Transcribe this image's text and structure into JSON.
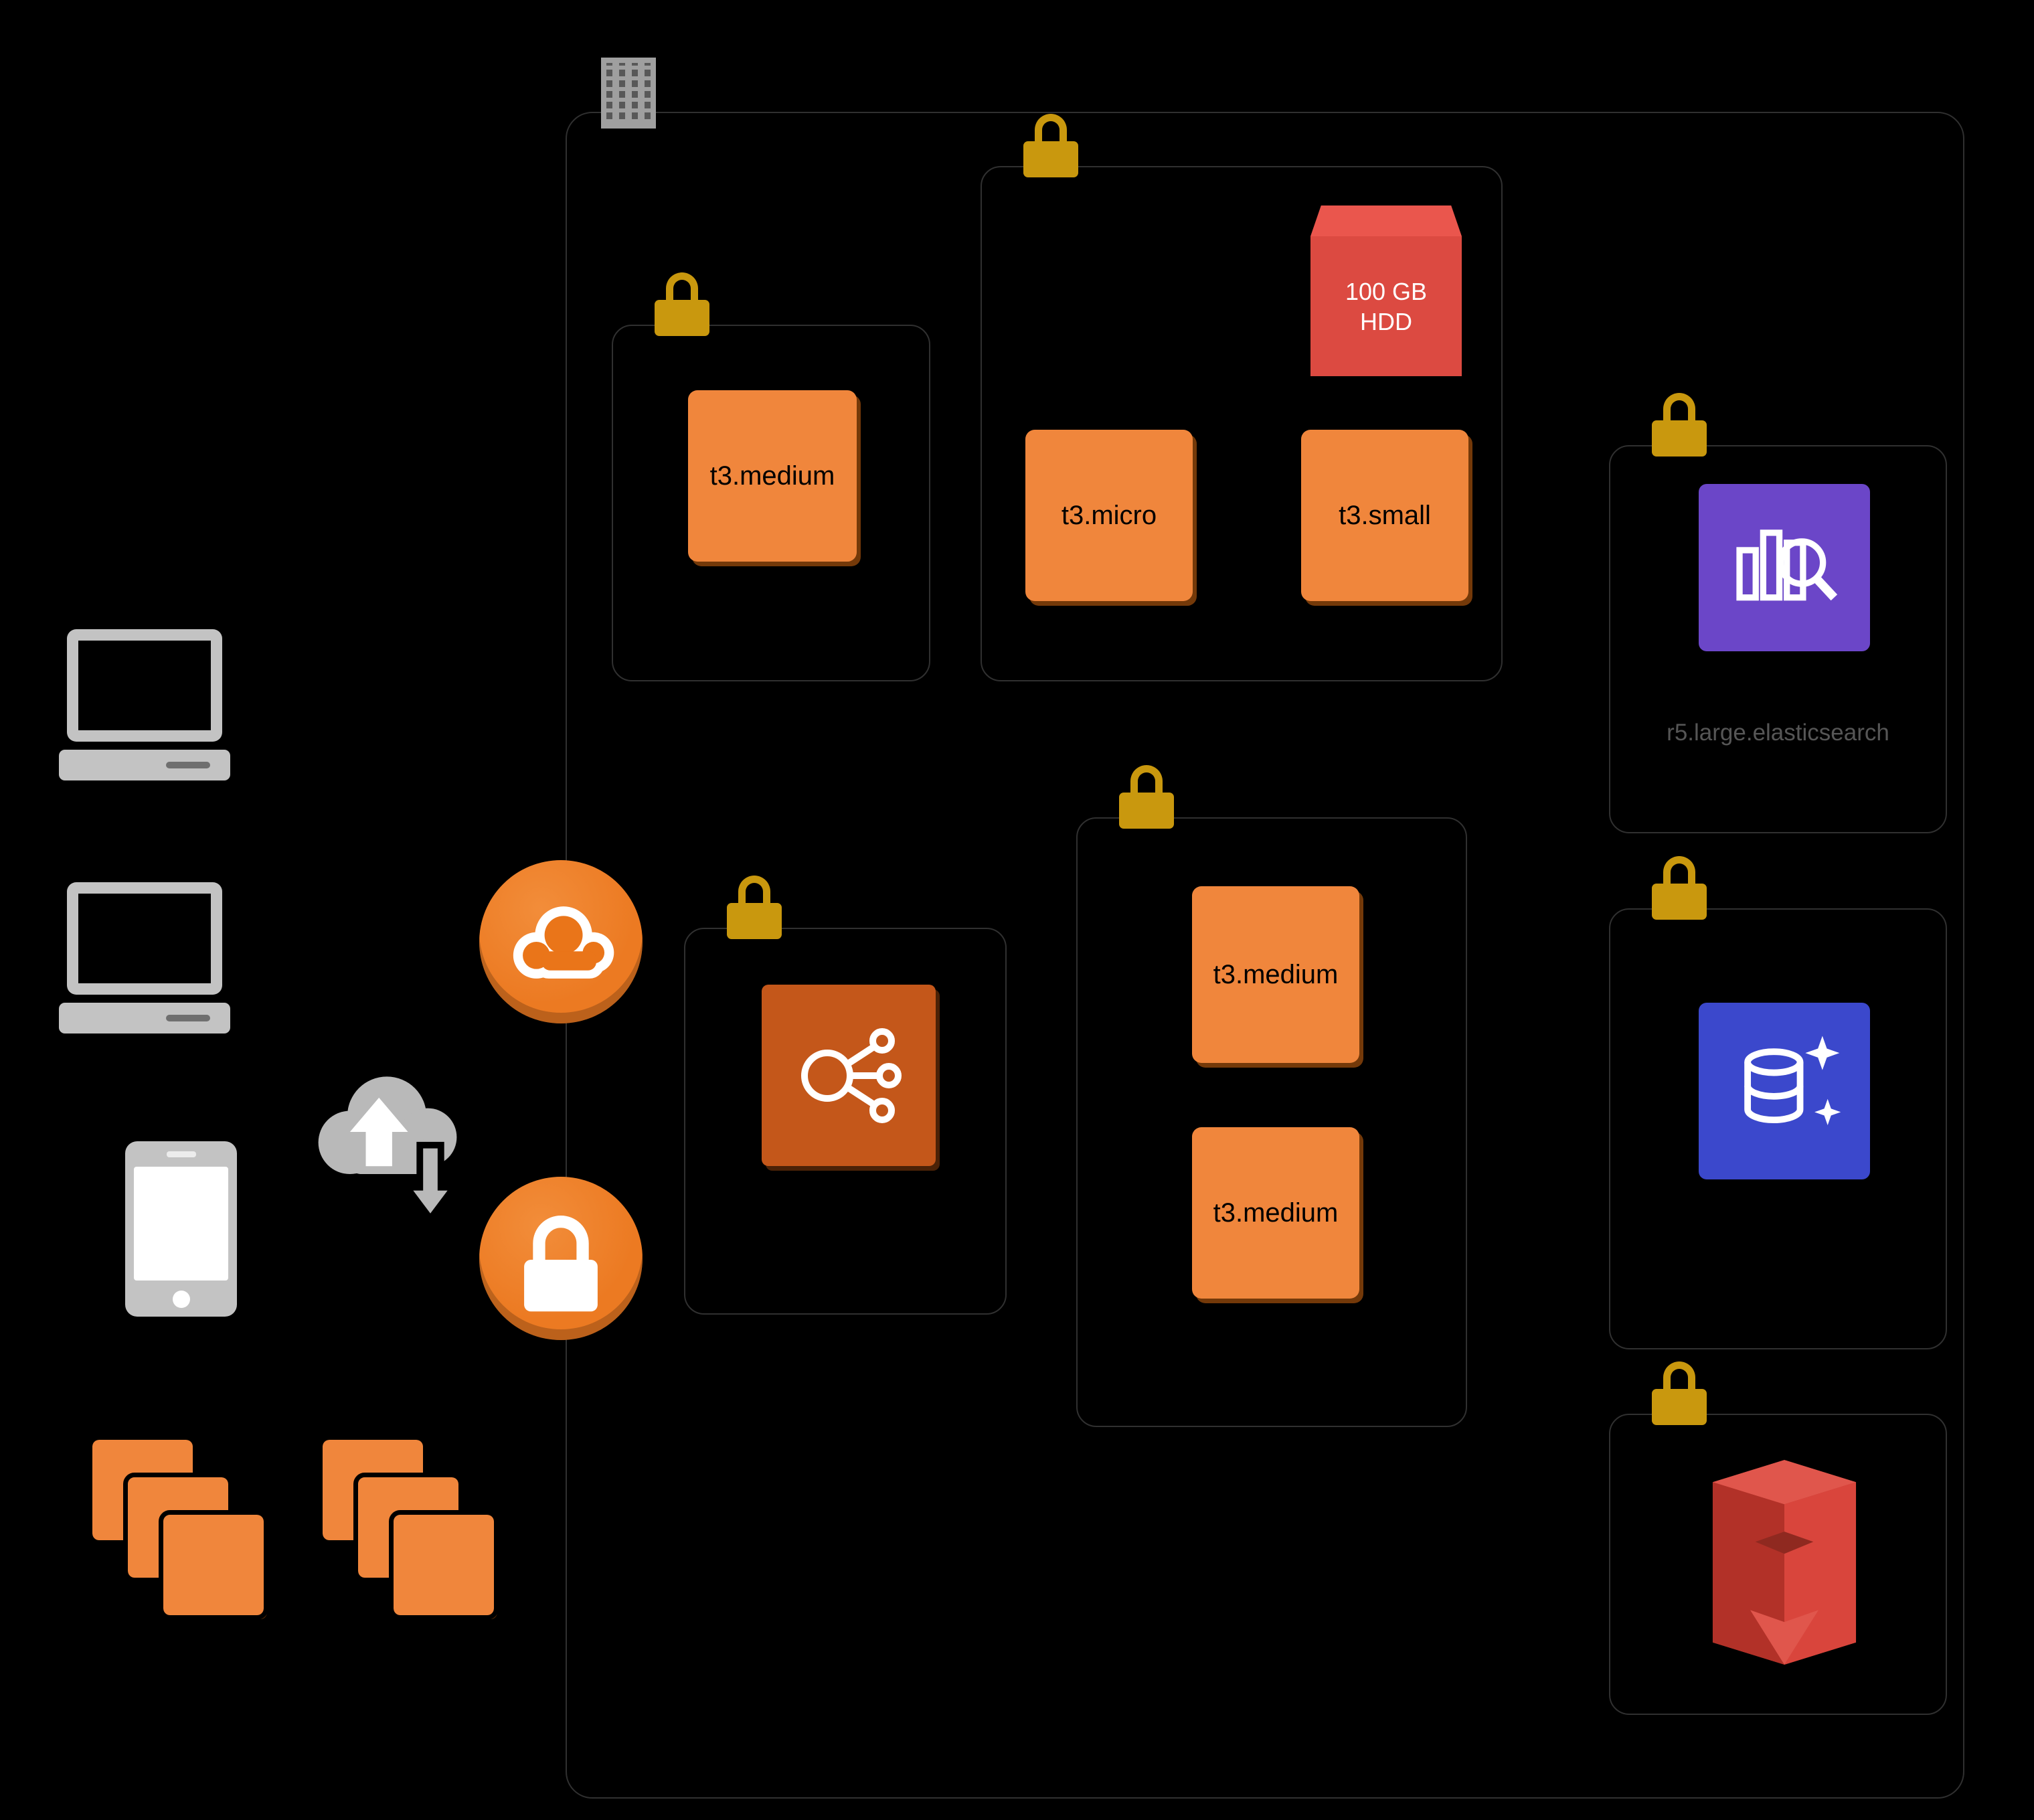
{
  "colors": {
    "background": "#000000",
    "group_border": "#303030",
    "lock_gold": "#c9980e",
    "instance_orange": "#f0863c",
    "hdd_red": "#dc4a41",
    "hdd_lid_red": "#ea564d",
    "elasticsearch_purple": "#6b46c8",
    "loadbalancer_orange": "#c4571a",
    "dax_blue": "#3b48cc",
    "s3_red": "#d9453c",
    "circle_orange": "#ec7a22",
    "icon_gray": "#c3c3c3"
  },
  "icons": {
    "datacenter": "building-grid-icon",
    "group_lock": "gold-padlock-icon",
    "volume": "red-hdd-box-icon",
    "elasticsearch": "bar-chart-magnifier-icon",
    "load_balancer": "network-branch-icon",
    "dax": "database-sparkle-icon",
    "s3": "red-3d-bucket-icon",
    "client_desktop": "desktop-computer-icon",
    "client_mobile": "smartphone-icon",
    "transfer": "cloud-up-down-arrows-icon",
    "internet": "cloud-in-orange-circle-icon",
    "security": "padlock-in-orange-circle-icon",
    "ec2_stack": "stacked-instances-icon"
  },
  "vpc": {
    "groups": {
      "web": {
        "instances": [
          {
            "label": "t3.medium"
          }
        ]
      },
      "data": {
        "volume": {
          "label_line1": "100 GB",
          "label_line2": "HDD"
        },
        "instances": [
          {
            "label": "t3.micro"
          },
          {
            "label": "t3.small"
          }
        ]
      },
      "elasticsearch": {
        "caption": "r5.large.elasticsearch"
      },
      "loadbalancer": {},
      "app": {
        "instances": [
          {
            "label": "t3.medium"
          },
          {
            "label": "t3.medium"
          }
        ]
      },
      "dax": {},
      "s3": {}
    }
  }
}
